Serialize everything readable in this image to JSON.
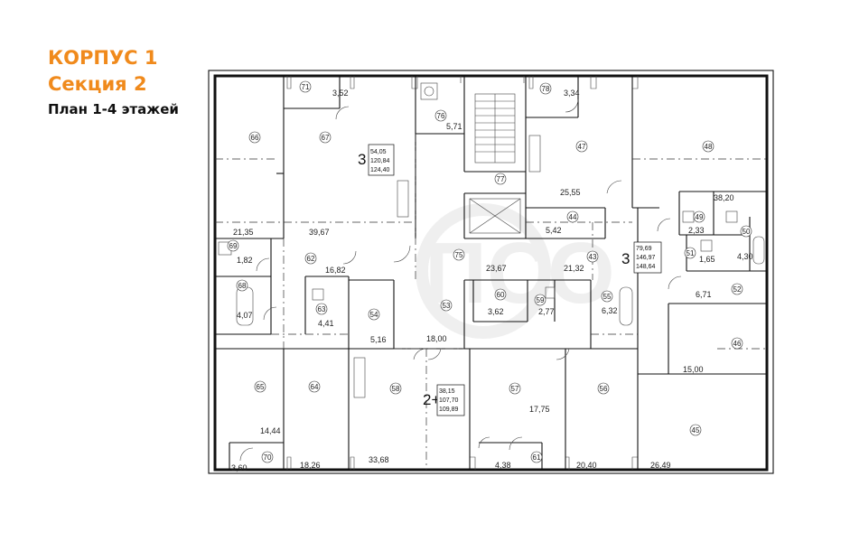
{
  "header": {
    "building": "КОРПУС 1",
    "section": "Секция 2",
    "plan": "План 1-4 этажей"
  },
  "colors": {
    "accent": "#f08a1c",
    "walls": "#111111"
  },
  "rooms": [
    {
      "num": "66",
      "area": "21,35"
    },
    {
      "num": "67",
      "area": "39,67"
    },
    {
      "num": "71",
      "area": "3,52"
    },
    {
      "num": "76",
      "area": "5,71"
    },
    {
      "num": "77",
      "area": ""
    },
    {
      "num": "78",
      "area": "3,34"
    },
    {
      "num": "47",
      "area": "25,55"
    },
    {
      "num": "48",
      "area": "38,20"
    },
    {
      "num": "44",
      "area": "5,42"
    },
    {
      "num": "49",
      "area": "2,33"
    },
    {
      "num": "50",
      "area": ""
    },
    {
      "num": "69",
      "area": "1,82"
    },
    {
      "num": "62",
      "area": "16,82"
    },
    {
      "num": "75",
      "area": "23,67"
    },
    {
      "num": "43",
      "area": "21,32"
    },
    {
      "num": "51",
      "area": "1,65"
    },
    {
      "num": "52",
      "area": "4,30"
    },
    {
      "num": "68",
      "area": "4,07"
    },
    {
      "num": "63",
      "area": "4,41"
    },
    {
      "num": "54",
      "area": "5,16"
    },
    {
      "num": "53",
      "area": "18,00"
    },
    {
      "num": "60",
      "area": "3,62"
    },
    {
      "num": "59",
      "area": "2,77"
    },
    {
      "num": "55",
      "area": "6,32"
    },
    {
      "num": "46",
      "area": "15,00"
    },
    {
      "num": "65",
      "area": "14,44"
    },
    {
      "num": "64",
      "area": "18,26"
    },
    {
      "num": "58",
      "area": "33,68"
    },
    {
      "num": "57",
      "area": "17,75"
    },
    {
      "num": "56",
      "area": "20,40"
    },
    {
      "num": "45",
      "area": "26,49"
    },
    {
      "num": "70",
      "area": "3,60"
    },
    {
      "num": "61",
      "area": "4,38"
    }
  ],
  "extra_areas": [
    "6,71"
  ],
  "flats": [
    {
      "type": "3",
      "living": "54,05",
      "total": "120,84",
      "total2": "124,40"
    },
    {
      "type": "3",
      "living": "79,69",
      "total": "146,97",
      "total2": "148,64"
    },
    {
      "type": "2+",
      "living": "38,15",
      "total": "107,70",
      "total2": "109,89"
    }
  ],
  "watermark": "ПСО"
}
